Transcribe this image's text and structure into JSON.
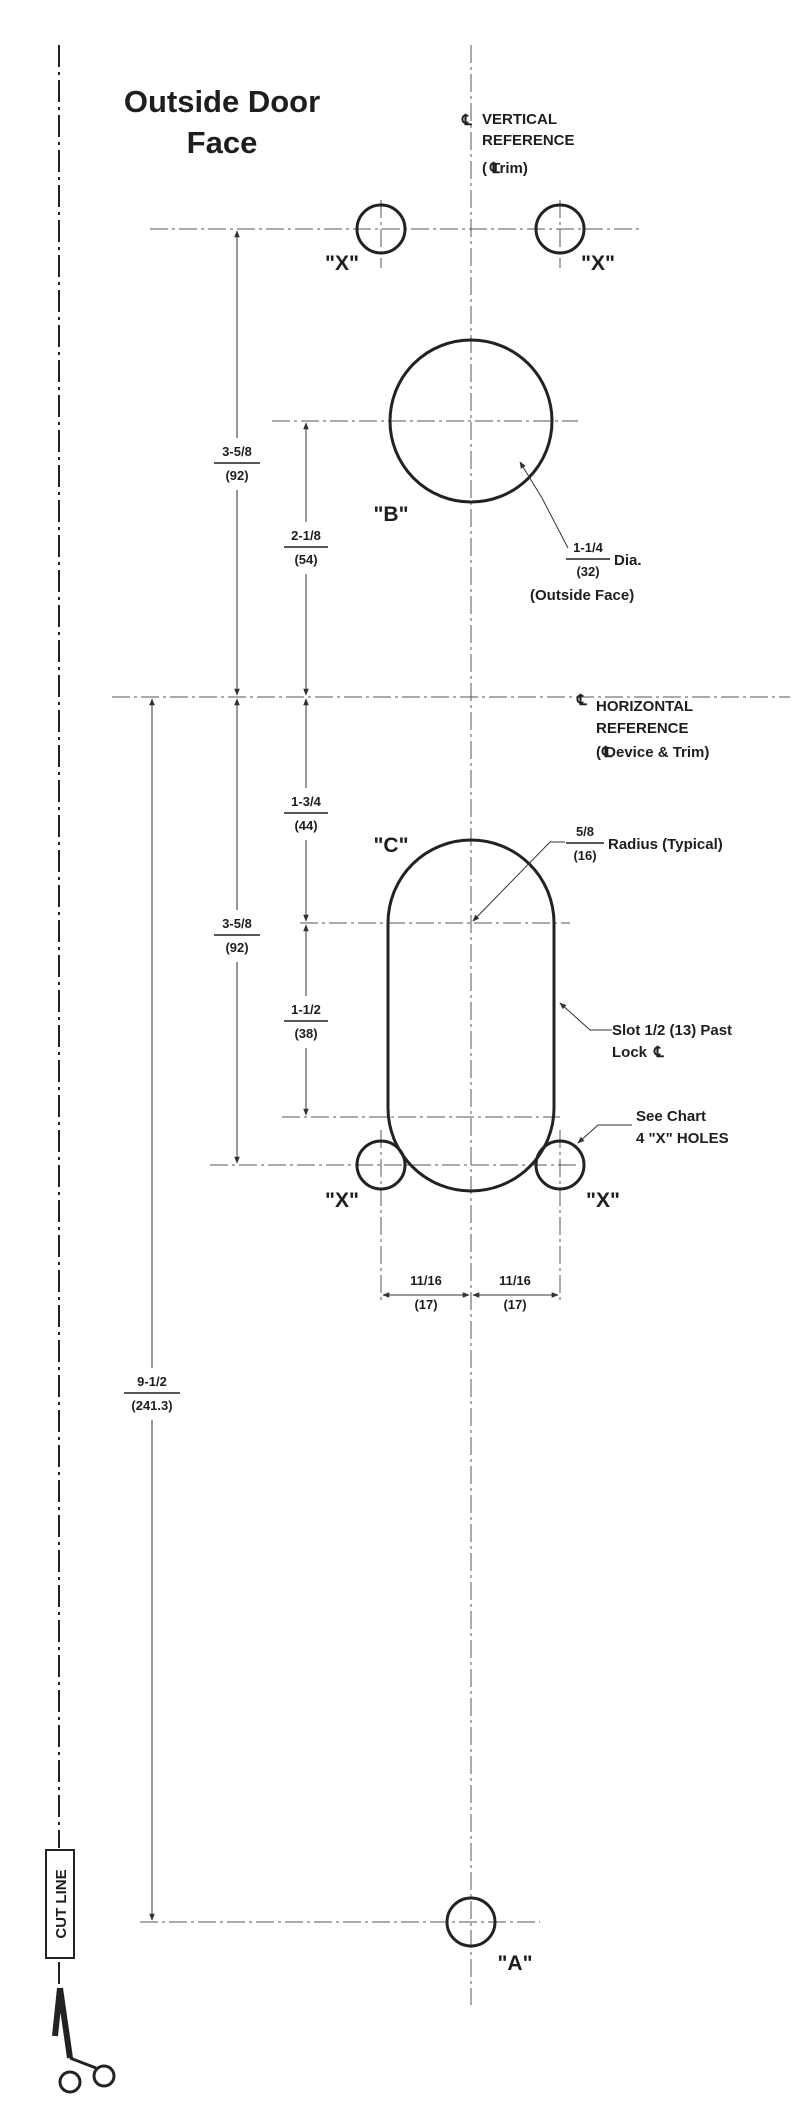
{
  "title": {
    "line1": "Outside Door",
    "line2": "Face"
  },
  "vertical_reference": {
    "line1": "VERTICAL",
    "line2": "REFERENCE",
    "line3": "( Trim)"
  },
  "horizontal_reference": {
    "line1": "HORIZONTAL",
    "line2": "REFERENCE",
    "line3": "( Device & Trim)"
  },
  "hole_labels": {
    "x": "\"X\"",
    "a": "\"A\"",
    "b": "\"B\"",
    "c": "\"C\""
  },
  "dimensions": {
    "top_x_to_horizontal": {
      "fraction": "3-5/8",
      "metric": "(92)"
    },
    "b_to_horizontal": {
      "fraction": "2-1/8",
      "metric": "(54)"
    },
    "horizontal_to_slot_center": {
      "fraction": "1-3/4",
      "metric": "(44)"
    },
    "slot_center_spacing": {
      "fraction": "1-1/2",
      "metric": "(38)"
    },
    "horizontal_to_bottom_x": {
      "fraction": "3-5/8",
      "metric": "(92)"
    },
    "horizontal_to_a": {
      "fraction": "9-1/2",
      "metric": "(241.3)"
    },
    "x_offset_left": {
      "fraction": "11/16",
      "metric": "(17)"
    },
    "x_offset_right": {
      "fraction": "11/16",
      "metric": "(17)"
    }
  },
  "callouts": {
    "b_diameter": {
      "fraction": "1-1/4",
      "metric": "(32)",
      "suffix": "Dia.",
      "note": "(Outside Face)"
    },
    "slot_radius": {
      "fraction": "5/8",
      "metric": "(16)",
      "suffix": "Radius (Typical)"
    },
    "slot_past": {
      "line1": "Slot 1/2 (13) Past",
      "line2": "Lock"
    },
    "see_chart": {
      "line1": "See Chart",
      "line2": "4 \"X\" HOLES"
    }
  },
  "cut_line": "CUT LINE"
}
